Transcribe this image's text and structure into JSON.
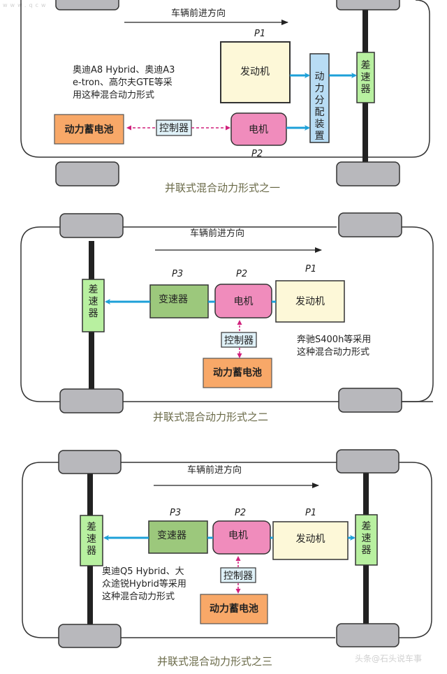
{
  "watermark_top": "www.qcw",
  "watermark_bottom": "头条@石头说车事",
  "colors": {
    "engine": "#fdf8d8",
    "motor": "#f08cbc",
    "battery": "#f8a868",
    "controller": "#dff1f8",
    "differential": "#b8f0a0",
    "transmission": "#9cc87c",
    "power_split": "#b8dcf4",
    "wheel": "#b8b8bc",
    "power_flow": "#1da0d8",
    "control_flow": "#d0207c",
    "caption": "#6a6a48"
  },
  "diagrams": [
    {
      "direction_label": "车辆前进方向",
      "engine": "发动机",
      "motor": "电机",
      "power_split": "动力分配装置",
      "differential": "差速器",
      "controller": "控制器",
      "battery": "动力蓄电池",
      "p1": "P1",
      "p2": "P2",
      "note_lines": [
        "奥迪A8 Hybrid、奥迪A3",
        "e-tron、高尔夫GTE等采",
        "用这种混合动力形式"
      ],
      "caption": "并联式混合动力形式之一"
    },
    {
      "direction_label": "车辆前进方向",
      "transmission": "变速器",
      "motor": "电机",
      "engine": "发动机",
      "differential": "差速器",
      "controller": "控制器",
      "battery": "动力蓄电池",
      "p1": "P1",
      "p2": "P2",
      "p3": "P3",
      "note_lines": [
        "奔驰S400h等采用",
        "这种混合动力形式"
      ],
      "caption": "并联式混合动力形式之二"
    },
    {
      "direction_label": "车辆前进方向",
      "transmission": "变速器",
      "motor": "电机",
      "engine": "发动机",
      "differential_front": "差速器",
      "differential_rear": "差速器",
      "controller": "控制器",
      "battery": "动力蓄电池",
      "p1": "P1",
      "p2": "P2",
      "p3": "P3",
      "note_lines": [
        "奥迪Q5 Hybrid、大",
        "众途锐Hybrid等采用",
        "这种混合动力形式"
      ],
      "caption": "并联式混合动力形式之三"
    }
  ]
}
